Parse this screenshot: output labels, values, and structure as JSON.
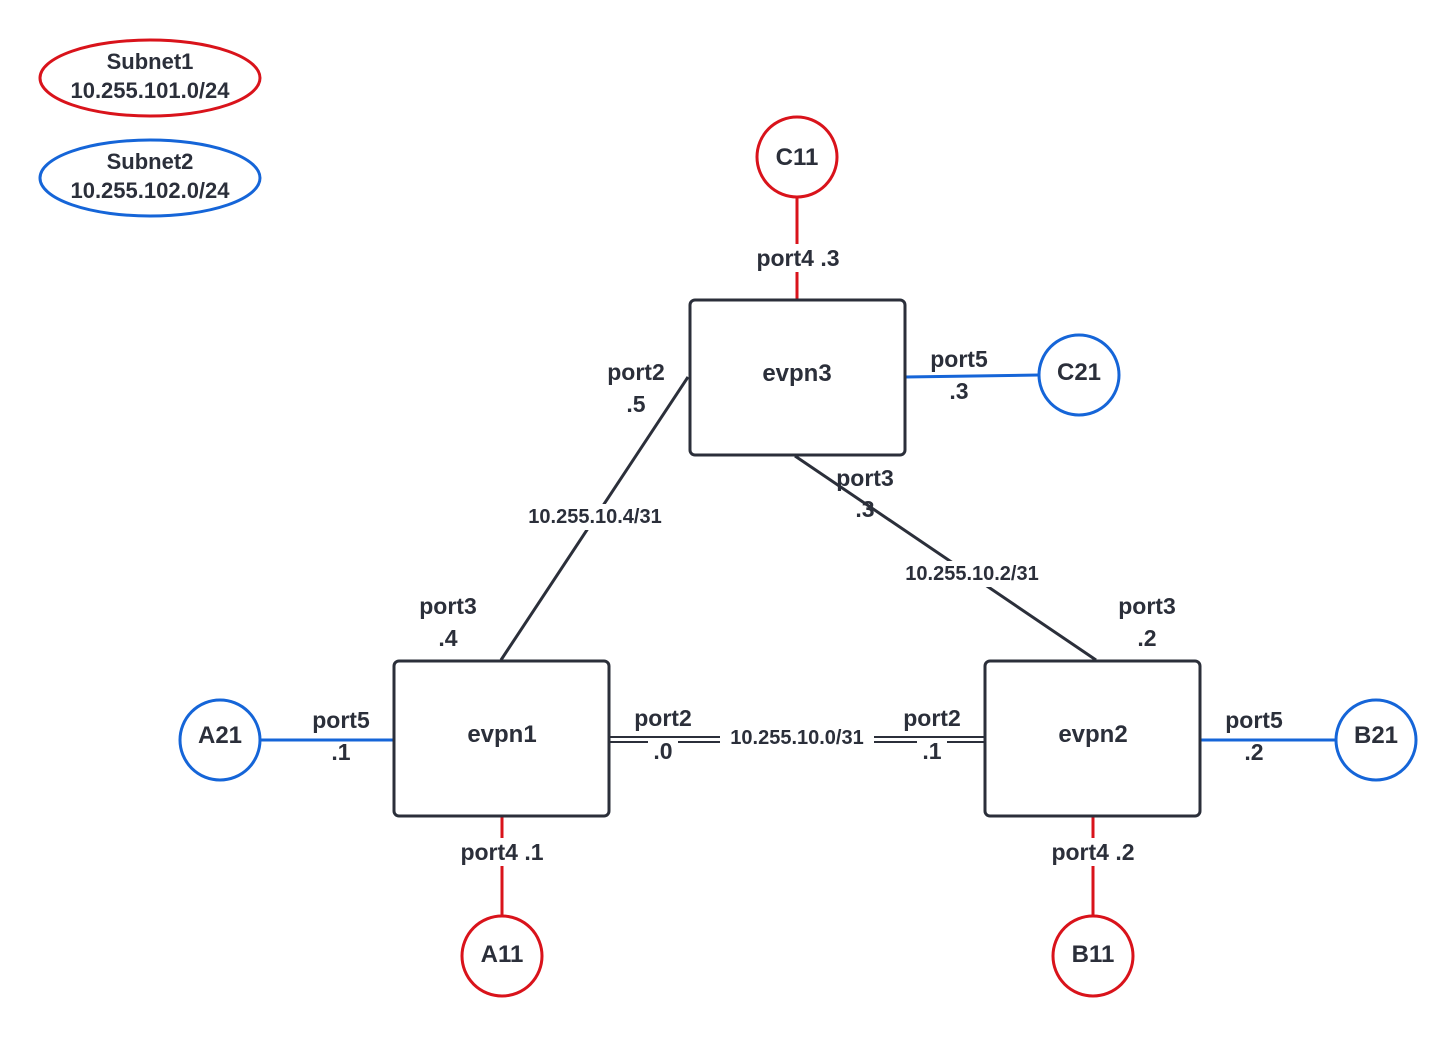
{
  "colors": {
    "subnet1": "#d9131b",
    "subnet2": "#1565d8",
    "link": "#2b2f3a",
    "router_border": "#2b2f3a",
    "text": "#2b2f3a"
  },
  "legend": {
    "subnet1": {
      "name": "Subnet1",
      "cidr": "10.255.101.0/24"
    },
    "subnet2": {
      "name": "Subnet2",
      "cidr": "10.255.102.0/24"
    }
  },
  "routers": {
    "evpn1": {
      "label": "evpn1"
    },
    "evpn2": {
      "label": "evpn2"
    },
    "evpn3": {
      "label": "evpn3"
    }
  },
  "hosts": {
    "a11": {
      "label": "A11",
      "subnet": "subnet1"
    },
    "a21": {
      "label": "A21",
      "subnet": "subnet2"
    },
    "b11": {
      "label": "B11",
      "subnet": "subnet1"
    },
    "b21": {
      "label": "B21",
      "subnet": "subnet2"
    },
    "c11": {
      "label": "C11",
      "subnet": "subnet1"
    },
    "c21": {
      "label": "C21",
      "subnet": "subnet2"
    }
  },
  "links": {
    "evpn1_evpn2": {
      "network": "10.255.10.0/31"
    },
    "evpn1_evpn3": {
      "network": "10.255.10.4/31"
    },
    "evpn2_evpn3": {
      "network": "10.255.10.2/31"
    }
  },
  "ports": {
    "evpn3_port4": "port4 .3",
    "evpn3_port2_name": "port2",
    "evpn3_port2_ip": ".5",
    "evpn3_port5_name": "port5",
    "evpn3_port5_ip": ".3",
    "evpn3_port3_name": "port3",
    "evpn3_port3_ip": ".3",
    "evpn1_port3_name": "port3",
    "evpn1_port3_ip": ".4",
    "evpn1_port5_name": "port5",
    "evpn1_port5_ip": ".1",
    "evpn1_port2_name": "port2",
    "evpn1_port2_ip": ".0",
    "evpn1_port4": "port4 .1",
    "evpn2_port3_name": "port3",
    "evpn2_port3_ip": ".2",
    "evpn2_port2_name": "port2",
    "evpn2_port2_ip": ".1",
    "evpn2_port5_name": "port5",
    "evpn2_port5_ip": ".2",
    "evpn2_port4": "port4 .2"
  }
}
